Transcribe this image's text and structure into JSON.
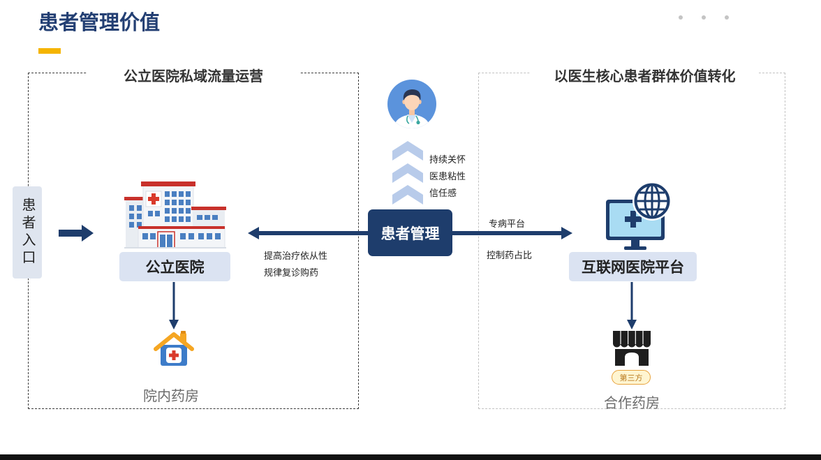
{
  "page": {
    "title": "患者管理价值"
  },
  "left_panel": {
    "title": "公立医院私域流量运营",
    "entry_label": "患者入口",
    "hospital_label": "公立医院",
    "pharmacy_label": "院内药房"
  },
  "center": {
    "label": "患者管理",
    "benefits": [
      "持续关怀",
      "医患粘性",
      "信任感"
    ],
    "to_hospital": [
      "提高治疗依从性",
      "规律复诊购药"
    ],
    "to_platform_top": "专病平台",
    "to_platform_bottom": "控制药占比"
  },
  "right_panel": {
    "title": "以医生核心患者群体价值转化",
    "platform_label": "互联网医院平台",
    "partner_badge": "第三方",
    "pharmacy_label": "合作药房"
  },
  "icons": {
    "doctor": "doctor-avatar-icon",
    "hospital": "hospital-building-icon",
    "inner_pharmacy": "pharmacy-house-icon",
    "platform": "internet-monitor-icon",
    "globe": "globe-icon",
    "partner_pharmacy": "store-icon",
    "growth": "up-chevrons-icon"
  },
  "colors": {
    "title": "#233f73",
    "accent_bar": "#f5b400",
    "navy": "#1e3d6c",
    "label_bg": "#dbe3f2",
    "entry_bg": "#dfe5ef",
    "chevron": "#b8cbea",
    "hospital_red": "#c8312b",
    "badge_border": "#e8a33d",
    "caption_grey": "#6b6b6b"
  }
}
